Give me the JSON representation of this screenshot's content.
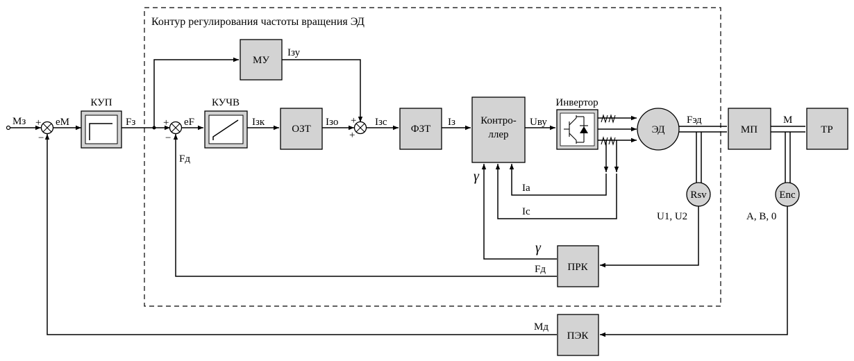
{
  "contour_title": "Контур регулирования частоты вращения ЭД",
  "blocks": {
    "kup": "КУП",
    "kuchv": "КУЧВ",
    "mu": "МУ",
    "ozt": "ОЗТ",
    "fzt": "ФЗТ",
    "controller_line1": "Контро-",
    "controller_line2": "ллер",
    "inverter": "Инвертор",
    "motor": "ЭД",
    "mp": "МП",
    "tr": "ТР",
    "rsv": "Rsv",
    "enc": "Enc",
    "prk": "ПРК",
    "pek": "ПЭК"
  },
  "signals": {
    "mz": "Мз",
    "em": "еМ",
    "fz": "Fз",
    "ef": "еF",
    "fd_feedback": "Fд",
    "izk": "Iзк",
    "izu": "Iзу",
    "izo": "Iзо",
    "izs": "Iзс",
    "iz": "Iз",
    "uvu": "Uву",
    "fed": "Fэд",
    "m": "М",
    "ia": "Ia",
    "ic": "Ic",
    "gamma_controller": "γ",
    "gamma_prk": "γ",
    "fd_prk": "Fд",
    "u12": "U1, U2",
    "abz": "A, B, 0",
    "md": "Мд"
  },
  "signs": {
    "plus": "+",
    "minus": "−"
  }
}
